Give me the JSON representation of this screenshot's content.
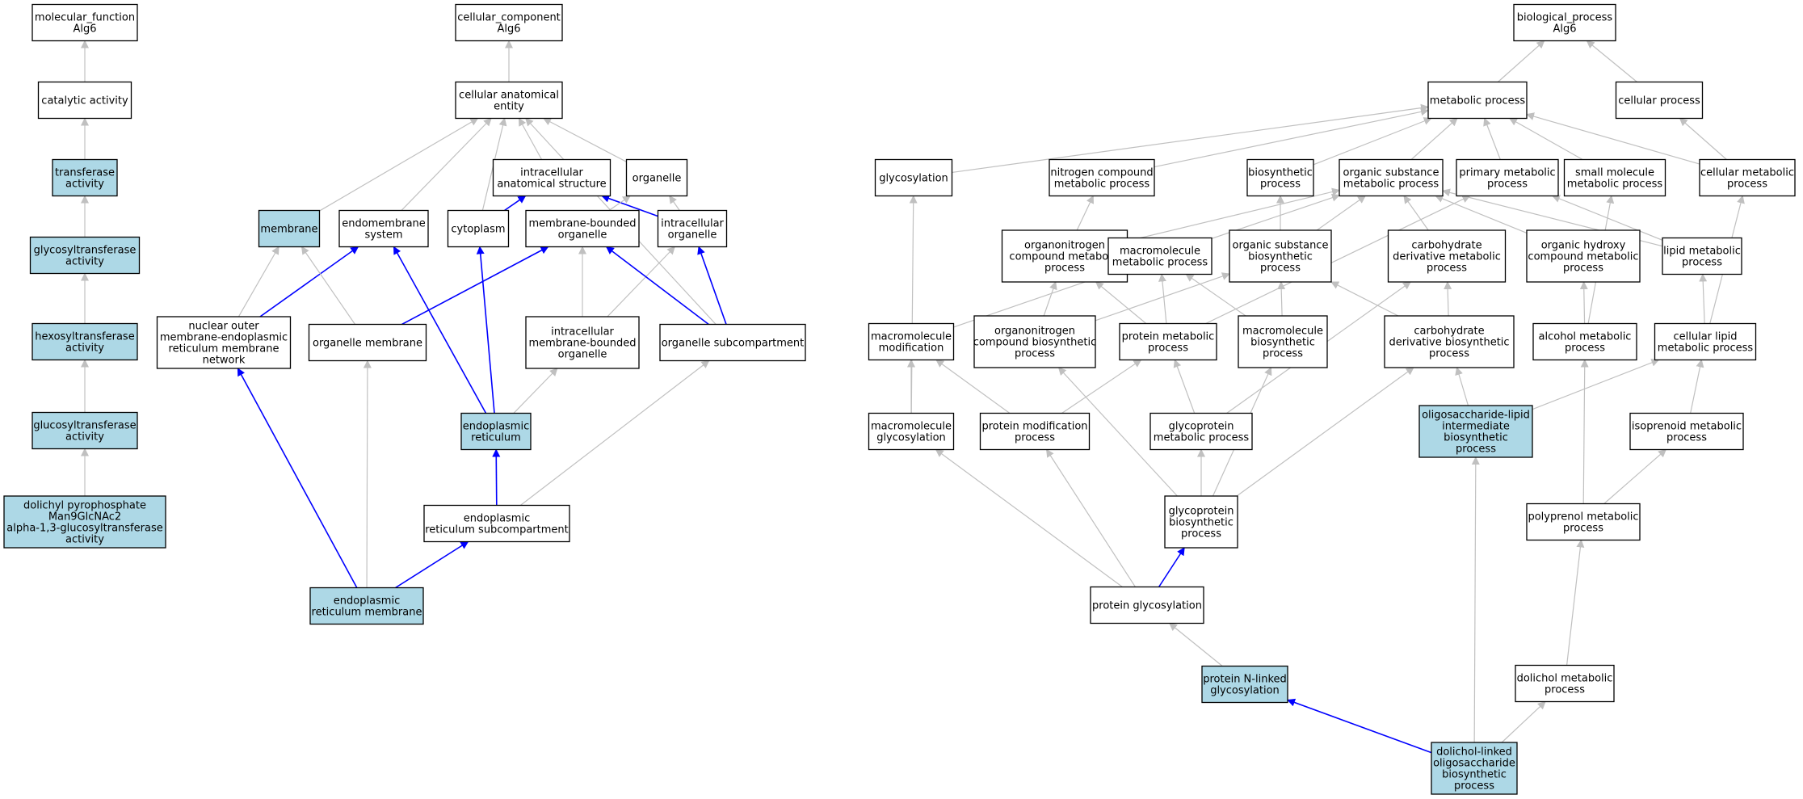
{
  "colors": {
    "plain_fill": "#ffffff",
    "highlight_fill": "#add8e6",
    "gray_edge": "#c0c0c0",
    "blue_edge": "#0000ff",
    "node_border": "#000000"
  },
  "nodes": [
    {
      "id": "mf",
      "lines": [
        "molecular_function",
        "Alg6"
      ],
      "hl": false
    },
    {
      "id": "catalytic",
      "lines": [
        "catalytic activity"
      ],
      "hl": false
    },
    {
      "id": "transferase",
      "lines": [
        "transferase",
        "activity"
      ],
      "hl": true
    },
    {
      "id": "glycosyltransferase",
      "lines": [
        "glycosyltransferase",
        "activity"
      ],
      "hl": true
    },
    {
      "id": "hexosyltransferase",
      "lines": [
        "hexosyltransferase",
        "activity"
      ],
      "hl": true
    },
    {
      "id": "glucosyltransferase",
      "lines": [
        "glucosyltransferase",
        "activity"
      ],
      "hl": true
    },
    {
      "id": "dolichylpp",
      "lines": [
        "dolichyl pyrophosphate",
        "Man9GlcNAc2",
        "alpha-1,3-glucosyltransferase",
        "activity"
      ],
      "hl": true
    },
    {
      "id": "cc",
      "lines": [
        "cellular_component",
        "Alg6"
      ],
      "hl": false
    },
    {
      "id": "cae",
      "lines": [
        "cellular anatomical",
        "entity"
      ],
      "hl": false
    },
    {
      "id": "ias",
      "lines": [
        "intracellular",
        "anatomical structure"
      ],
      "hl": false
    },
    {
      "id": "organelle",
      "lines": [
        "organelle"
      ],
      "hl": false
    },
    {
      "id": "membrane",
      "lines": [
        "membrane"
      ],
      "hl": true
    },
    {
      "id": "endomembrane",
      "lines": [
        "endomembrane",
        "system"
      ],
      "hl": false
    },
    {
      "id": "cytoplasm",
      "lines": [
        "cytoplasm"
      ],
      "hl": false
    },
    {
      "id": "mbo",
      "lines": [
        "membrane-bounded",
        "organelle"
      ],
      "hl": false
    },
    {
      "id": "io",
      "lines": [
        "intracellular",
        "organelle"
      ],
      "hl": false
    },
    {
      "id": "nuclearouter",
      "lines": [
        "nuclear outer",
        "membrane-endoplasmic",
        "reticulum membrane",
        "network"
      ],
      "hl": false
    },
    {
      "id": "orgmem",
      "lines": [
        "organelle membrane"
      ],
      "hl": false
    },
    {
      "id": "imbo",
      "lines": [
        "intracellular",
        "membrane-bounded",
        "organelle"
      ],
      "hl": false
    },
    {
      "id": "orgsub",
      "lines": [
        "organelle subcompartment"
      ],
      "hl": false
    },
    {
      "id": "er",
      "lines": [
        "endoplasmic",
        "reticulum"
      ],
      "hl": true
    },
    {
      "id": "ersub",
      "lines": [
        "endoplasmic",
        "reticulum subcompartment"
      ],
      "hl": false
    },
    {
      "id": "ermem",
      "lines": [
        "endoplasmic",
        "reticulum membrane"
      ],
      "hl": true
    },
    {
      "id": "bp",
      "lines": [
        "biological_process",
        "Alg6"
      ],
      "hl": false
    },
    {
      "id": "metab",
      "lines": [
        "metabolic process"
      ],
      "hl": false
    },
    {
      "id": "cellproc",
      "lines": [
        "cellular process"
      ],
      "hl": false
    },
    {
      "id": "glycosylation",
      "lines": [
        "glycosylation"
      ],
      "hl": false
    },
    {
      "id": "ncmp",
      "lines": [
        "nitrogen compound",
        "metabolic process"
      ],
      "hl": false
    },
    {
      "id": "biosynth",
      "lines": [
        "biosynthetic",
        "process"
      ],
      "hl": false
    },
    {
      "id": "osmp",
      "lines": [
        "organic substance",
        "metabolic process"
      ],
      "hl": false
    },
    {
      "id": "pmp",
      "lines": [
        "primary metabolic",
        "process"
      ],
      "hl": false
    },
    {
      "id": "smmp",
      "lines": [
        "small molecule",
        "metabolic process"
      ],
      "hl": false
    },
    {
      "id": "cmp",
      "lines": [
        "cellular metabolic",
        "process"
      ],
      "hl": false
    },
    {
      "id": "oncmp",
      "lines": [
        "organonitrogen",
        "compound metabolic",
        "process"
      ],
      "hl": false
    },
    {
      "id": "macromp",
      "lines": [
        "macromolecule",
        "metabolic process"
      ],
      "hl": false
    },
    {
      "id": "osbp",
      "lines": [
        "organic substance",
        "biosynthetic",
        "process"
      ],
      "hl": false
    },
    {
      "id": "cdmp",
      "lines": [
        "carbohydrate",
        "derivative metabolic",
        "process"
      ],
      "hl": false
    },
    {
      "id": "ohcmp",
      "lines": [
        "organic hydroxy",
        "compound metabolic",
        "process"
      ],
      "hl": false
    },
    {
      "id": "lipidmp",
      "lines": [
        "lipid metabolic",
        "process"
      ],
      "hl": false
    },
    {
      "id": "macromod",
      "lines": [
        "macromolecule",
        "modification"
      ],
      "hl": false
    },
    {
      "id": "oncbp",
      "lines": [
        "organonitrogen",
        "compound biosynthetic",
        "process"
      ],
      "hl": false
    },
    {
      "id": "protmp",
      "lines": [
        "protein metabolic",
        "process"
      ],
      "hl": false
    },
    {
      "id": "macrobp",
      "lines": [
        "macromolecule",
        "biosynthetic",
        "process"
      ],
      "hl": false
    },
    {
      "id": "cdbp",
      "lines": [
        "carbohydrate",
        "derivative biosynthetic",
        "process"
      ],
      "hl": false
    },
    {
      "id": "alcoholmp",
      "lines": [
        "alcohol metabolic",
        "process"
      ],
      "hl": false
    },
    {
      "id": "celllipidmp",
      "lines": [
        "cellular lipid",
        "metabolic process"
      ],
      "hl": false
    },
    {
      "id": "macroglyc",
      "lines": [
        "macromolecule",
        "glycosylation"
      ],
      "hl": false
    },
    {
      "id": "protmod",
      "lines": [
        "protein modification",
        "process"
      ],
      "hl": false
    },
    {
      "id": "glycoprotmp",
      "lines": [
        "glycoprotein",
        "metabolic process"
      ],
      "hl": false
    },
    {
      "id": "olibp",
      "lines": [
        "oligosaccharide-lipid",
        "intermediate",
        "biosynthetic",
        "process"
      ],
      "hl": true
    },
    {
      "id": "isoprenoidmp",
      "lines": [
        "isoprenoid metabolic",
        "process"
      ],
      "hl": false
    },
    {
      "id": "glycoprotbp",
      "lines": [
        "glycoprotein",
        "biosynthetic",
        "process"
      ],
      "hl": false
    },
    {
      "id": "polyprenolmp",
      "lines": [
        "polyprenol metabolic",
        "process"
      ],
      "hl": false
    },
    {
      "id": "protglyc",
      "lines": [
        "protein glycosylation"
      ],
      "hl": false
    },
    {
      "id": "protnglyc",
      "lines": [
        "protein N-linked",
        "glycosylation"
      ],
      "hl": true
    },
    {
      "id": "dolicholmp",
      "lines": [
        "dolichol metabolic",
        "process"
      ],
      "hl": false
    },
    {
      "id": "dlobp",
      "lines": [
        "dolichol-linked",
        "oligosaccharide",
        "biosynthetic",
        "process"
      ],
      "hl": true
    }
  ],
  "edges": [
    {
      "from": "catalytic",
      "to": "mf",
      "color": "gray"
    },
    {
      "from": "transferase",
      "to": "catalytic",
      "color": "gray"
    },
    {
      "from": "glycosyltransferase",
      "to": "transferase",
      "color": "gray"
    },
    {
      "from": "hexosyltransferase",
      "to": "glycosyltransferase",
      "color": "gray"
    },
    {
      "from": "glucosyltransferase",
      "to": "hexosyltransferase",
      "color": "gray"
    },
    {
      "from": "dolichylpp",
      "to": "glucosyltransferase",
      "color": "gray"
    },
    {
      "from": "cae",
      "to": "cc",
      "color": "gray"
    },
    {
      "from": "ias",
      "to": "cae",
      "color": "gray"
    },
    {
      "from": "organelle",
      "to": "cae",
      "color": "gray"
    },
    {
      "from": "membrane",
      "to": "cae",
      "color": "gray"
    },
    {
      "from": "endomembrane",
      "to": "cae",
      "color": "gray"
    },
    {
      "from": "cytoplasm",
      "to": "cae",
      "color": "gray"
    },
    {
      "from": "orgsub",
      "to": "cae",
      "color": "gray"
    },
    {
      "from": "cytoplasm",
      "to": "ias",
      "color": "blue"
    },
    {
      "from": "io",
      "to": "ias",
      "color": "blue"
    },
    {
      "from": "io",
      "to": "organelle",
      "color": "gray"
    },
    {
      "from": "mbo",
      "to": "organelle",
      "color": "gray"
    },
    {
      "from": "nuclearouter",
      "to": "membrane",
      "color": "gray"
    },
    {
      "from": "nuclearouter",
      "to": "endomembrane",
      "color": "blue"
    },
    {
      "from": "orgmem",
      "to": "membrane",
      "color": "gray"
    },
    {
      "from": "orgmem",
      "to": "mbo",
      "color": "blue"
    },
    {
      "from": "imbo",
      "to": "mbo",
      "color": "gray"
    },
    {
      "from": "imbo",
      "to": "io",
      "color": "gray"
    },
    {
      "from": "orgsub",
      "to": "mbo",
      "color": "blue"
    },
    {
      "from": "orgsub",
      "to": "io",
      "color": "blue"
    },
    {
      "from": "er",
      "to": "cytoplasm",
      "color": "blue"
    },
    {
      "from": "er",
      "to": "endomembrane",
      "color": "blue"
    },
    {
      "from": "er",
      "to": "imbo",
      "color": "gray"
    },
    {
      "from": "ersub",
      "to": "er",
      "color": "blue"
    },
    {
      "from": "ersub",
      "to": "orgsub",
      "color": "gray"
    },
    {
      "from": "ermem",
      "to": "nuclearouter",
      "color": "blue"
    },
    {
      "from": "ermem",
      "to": "orgmem",
      "color": "gray"
    },
    {
      "from": "ermem",
      "to": "ersub",
      "color": "blue"
    },
    {
      "from": "metab",
      "to": "bp",
      "color": "gray"
    },
    {
      "from": "cellproc",
      "to": "bp",
      "color": "gray"
    },
    {
      "from": "glycosylation",
      "to": "metab",
      "color": "gray"
    },
    {
      "from": "ncmp",
      "to": "metab",
      "color": "gray"
    },
    {
      "from": "biosynth",
      "to": "metab",
      "color": "gray"
    },
    {
      "from": "osmp",
      "to": "metab",
      "color": "gray"
    },
    {
      "from": "pmp",
      "to": "metab",
      "color": "gray"
    },
    {
      "from": "smmp",
      "to": "metab",
      "color": "gray"
    },
    {
      "from": "cmp",
      "to": "metab",
      "color": "gray"
    },
    {
      "from": "cmp",
      "to": "cellproc",
      "color": "gray"
    },
    {
      "from": "oncmp",
      "to": "ncmp",
      "color": "gray"
    },
    {
      "from": "oncmp",
      "to": "osmp",
      "color": "gray"
    },
    {
      "from": "macromp",
      "to": "osmp",
      "color": "gray"
    },
    {
      "from": "osbp",
      "to": "biosynth",
      "color": "gray"
    },
    {
      "from": "osbp",
      "to": "osmp",
      "color": "gray"
    },
    {
      "from": "cdmp",
      "to": "osmp",
      "color": "gray"
    },
    {
      "from": "ohcmp",
      "to": "osmp",
      "color": "gray"
    },
    {
      "from": "lipidmp",
      "to": "osmp",
      "color": "gray"
    },
    {
      "from": "lipidmp",
      "to": "pmp",
      "color": "gray"
    },
    {
      "from": "macromod",
      "to": "macromp",
      "color": "gray"
    },
    {
      "from": "oncbp",
      "to": "oncmp",
      "color": "gray"
    },
    {
      "from": "oncbp",
      "to": "osbp",
      "color": "gray"
    },
    {
      "from": "protmp",
      "to": "oncmp",
      "color": "gray"
    },
    {
      "from": "protmp",
      "to": "macromp",
      "color": "gray"
    },
    {
      "from": "protmp",
      "to": "pmp",
      "color": "gray"
    },
    {
      "from": "macrobp",
      "to": "macromp",
      "color": "gray"
    },
    {
      "from": "macrobp",
      "to": "osbp",
      "color": "gray"
    },
    {
      "from": "cdbp",
      "to": "cdmp",
      "color": "gray"
    },
    {
      "from": "cdbp",
      "to": "osbp",
      "color": "gray"
    },
    {
      "from": "alcoholmp",
      "to": "ohcmp",
      "color": "gray"
    },
    {
      "from": "alcoholmp",
      "to": "smmp",
      "color": "gray"
    },
    {
      "from": "celllipidmp",
      "to": "lipidmp",
      "color": "gray"
    },
    {
      "from": "celllipidmp",
      "to": "cmp",
      "color": "gray"
    },
    {
      "from": "macroglyc",
      "to": "macromod",
      "color": "gray"
    },
    {
      "from": "macroglyc",
      "to": "glycosylation",
      "color": "gray"
    },
    {
      "from": "protmod",
      "to": "macromod",
      "color": "gray"
    },
    {
      "from": "protmod",
      "to": "protmp",
      "color": "gray"
    },
    {
      "from": "glycoprotmp",
      "to": "protmp",
      "color": "gray"
    },
    {
      "from": "glycoprotmp",
      "to": "cdmp",
      "color": "gray"
    },
    {
      "from": "olibp",
      "to": "cdbp",
      "color": "gray"
    },
    {
      "from": "olibp",
      "to": "celllipidmp",
      "color": "gray"
    },
    {
      "from": "isoprenoidmp",
      "to": "celllipidmp",
      "color": "gray"
    },
    {
      "from": "glycoprotbp",
      "to": "glycoprotmp",
      "color": "gray"
    },
    {
      "from": "glycoprotbp",
      "to": "macrobp",
      "color": "gray"
    },
    {
      "from": "glycoprotbp",
      "to": "cdbp",
      "color": "gray"
    },
    {
      "from": "glycoprotbp",
      "to": "oncbp",
      "color": "gray"
    },
    {
      "from": "polyprenolmp",
      "to": "alcoholmp",
      "color": "gray"
    },
    {
      "from": "polyprenolmp",
      "to": "isoprenoidmp",
      "color": "gray"
    },
    {
      "from": "protglyc",
      "to": "glycoprotbp",
      "color": "blue"
    },
    {
      "from": "protglyc",
      "to": "macroglyc",
      "color": "gray"
    },
    {
      "from": "protglyc",
      "to": "protmod",
      "color": "gray"
    },
    {
      "from": "protnglyc",
      "to": "protglyc",
      "color": "gray"
    },
    {
      "from": "dolicholmp",
      "to": "polyprenolmp",
      "color": "gray"
    },
    {
      "from": "dlobp",
      "to": "protnglyc",
      "color": "blue"
    },
    {
      "from": "dlobp",
      "to": "olibp",
      "color": "gray"
    },
    {
      "from": "dlobp",
      "to": "dolicholmp",
      "color": "gray"
    }
  ]
}
